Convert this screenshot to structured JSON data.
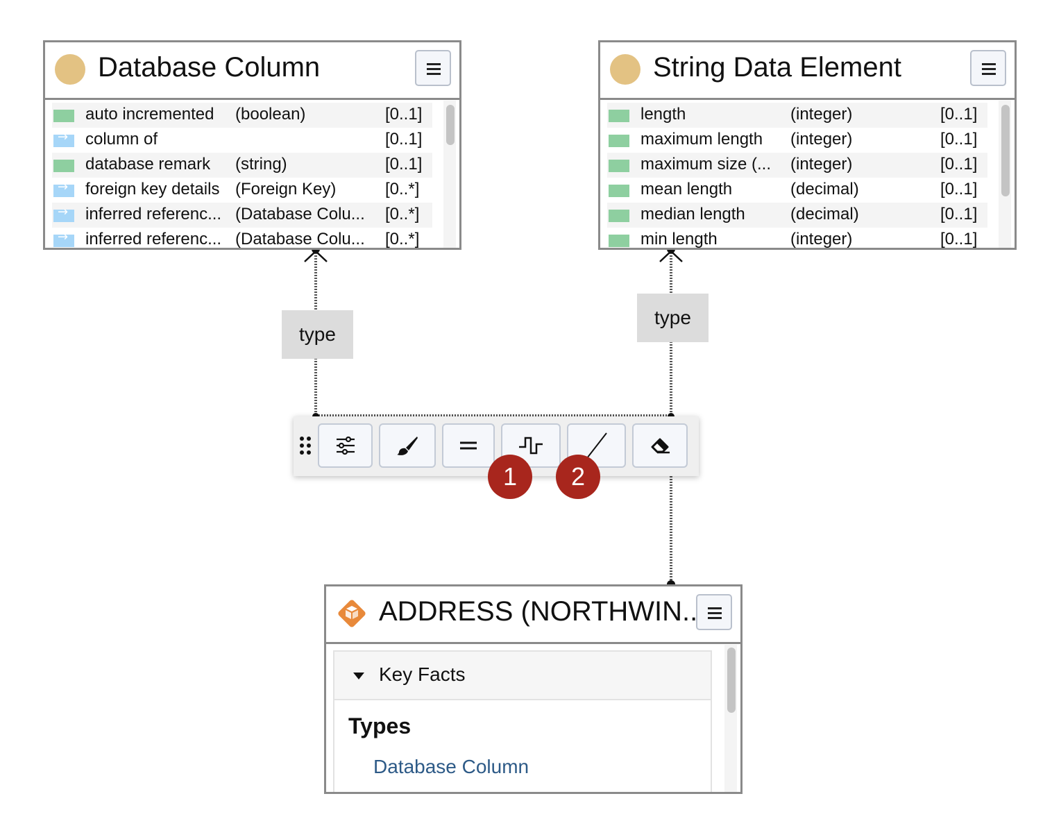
{
  "cards": {
    "database_column": {
      "title": "Database Column",
      "rows": [
        {
          "name": "auto incremented",
          "type": "(boolean)",
          "card": "[0..1]",
          "kind": "attribute"
        },
        {
          "name": "column of",
          "type": "",
          "card": "[0..1]",
          "kind": "relationship"
        },
        {
          "name": "database remark",
          "type": "(string)",
          "card": "[0..1]",
          "kind": "attribute"
        },
        {
          "name": "foreign key details",
          "type": "(Foreign Key)",
          "card": "[0..*]",
          "kind": "relationship"
        },
        {
          "name": "inferred referenc...",
          "type": "(Database Colu...",
          "card": "[0..*]",
          "kind": "relationship"
        },
        {
          "name": "inferred referenc...",
          "type": "(Database Colu...",
          "card": "[0..*]",
          "kind": "relationship"
        }
      ]
    },
    "string_data_element": {
      "title": "String Data Element",
      "rows": [
        {
          "name": "length",
          "type": "(integer)",
          "card": "[0..1]",
          "kind": "attribute"
        },
        {
          "name": "maximum length",
          "type": "(integer)",
          "card": "[0..1]",
          "kind": "attribute"
        },
        {
          "name": "maximum size (...",
          "type": "(integer)",
          "card": "[0..1]",
          "kind": "attribute"
        },
        {
          "name": "mean length",
          "type": "(decimal)",
          "card": "[0..1]",
          "kind": "attribute"
        },
        {
          "name": "median length",
          "type": "(decimal)",
          "card": "[0..1]",
          "kind": "attribute"
        },
        {
          "name": "min length",
          "type": "(integer)",
          "card": "[0..1]",
          "kind": "attribute"
        }
      ]
    },
    "address": {
      "title": "ADDRESS (NORTHWIN...",
      "section_label": "Key Facts",
      "types_heading": "Types",
      "types_link": "Database Column"
    }
  },
  "edges": {
    "left_label": "type",
    "right_label": "type"
  },
  "toolbar": {
    "buttons": [
      "drag-handle-icon",
      "sliders-icon",
      "brush-icon",
      "equals-icon",
      "step-line-icon",
      "straight-line-icon",
      "eraser-icon"
    ]
  },
  "badges": [
    "1",
    "2"
  ],
  "colors": {
    "attribute": "#8ecfa0",
    "relationship": "#a6d6f8",
    "entity_circle": "#e3c283",
    "asset_diamond": "#e8893a",
    "badge": "#a8261d",
    "link": "#2d5a87"
  }
}
